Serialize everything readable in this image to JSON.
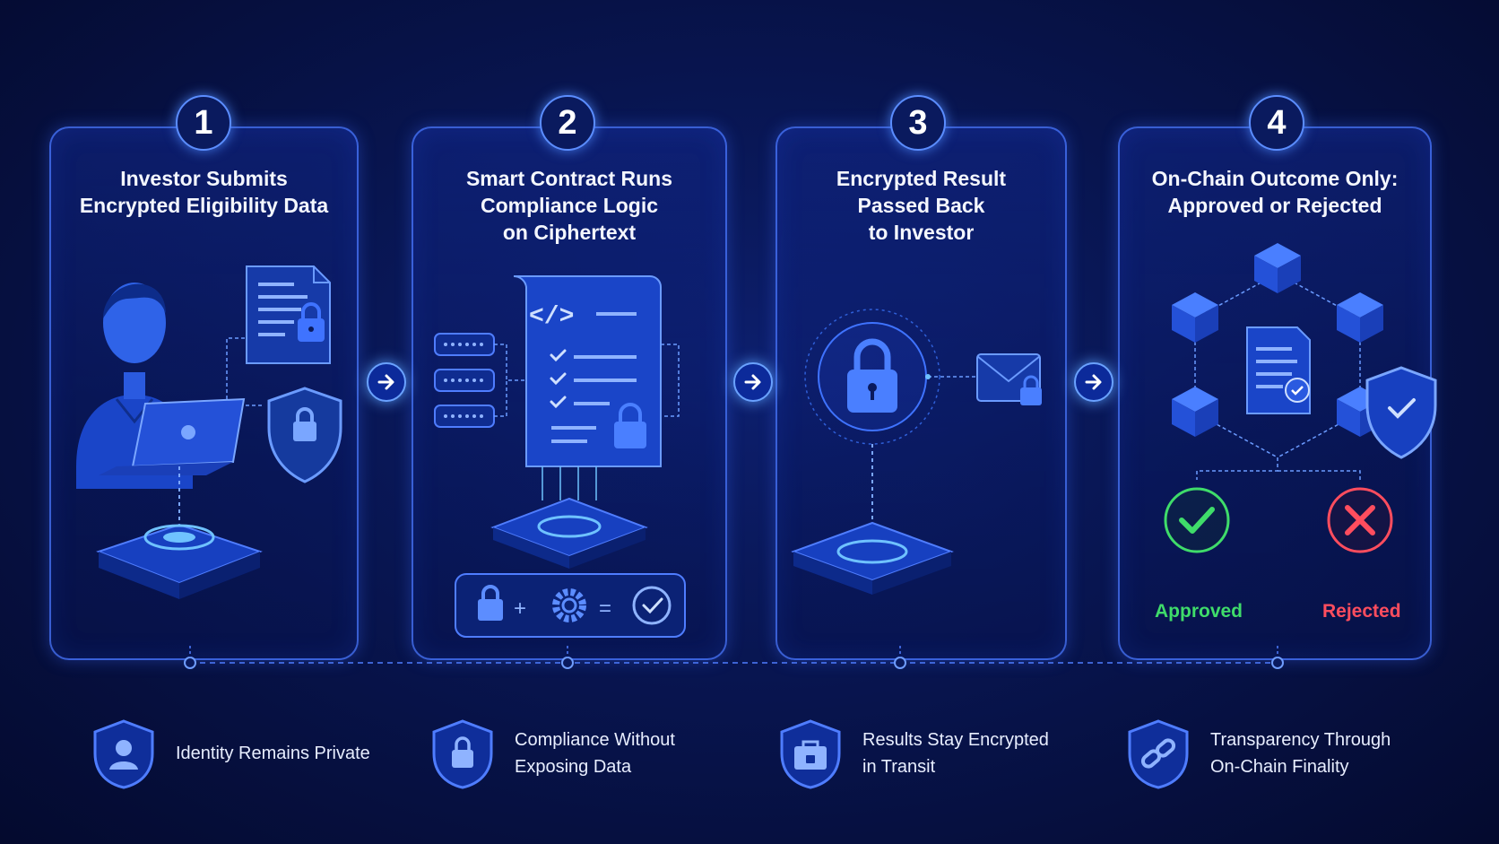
{
  "steps": [
    {
      "number": "1",
      "title_lines": [
        "Investor Submits",
        "Encrypted Eligibility Data"
      ]
    },
    {
      "number": "2",
      "title_lines": [
        "Smart Contract Runs",
        "Compliance Logic",
        "on Ciphertext"
      ]
    },
    {
      "number": "3",
      "title_lines": [
        "Encrypted Result",
        "Passed Back",
        "to Investor"
      ]
    },
    {
      "number": "4",
      "title_lines": [
        "On-Chain Outcome Only:",
        "Approved or Rejected"
      ]
    }
  ],
  "outcomes": {
    "approved": "Approved",
    "rejected": "Rejected"
  },
  "features": [
    {
      "icon": "user-shield-icon",
      "lines": [
        "Identity Remains Private"
      ]
    },
    {
      "icon": "lock-shield-icon",
      "lines": [
        "Compliance Without",
        "Exposing Data"
      ]
    },
    {
      "icon": "briefcase-lock-shield-icon",
      "lines": [
        "Results Stay Encrypted",
        "in Transit"
      ]
    },
    {
      "icon": "link-shield-icon",
      "lines": [
        "Transparency Through",
        "On-Chain Finality"
      ]
    }
  ],
  "colors": {
    "accent": "#4f7dff",
    "approved": "#3fdc6a",
    "rejected": "#ff4d5e"
  }
}
